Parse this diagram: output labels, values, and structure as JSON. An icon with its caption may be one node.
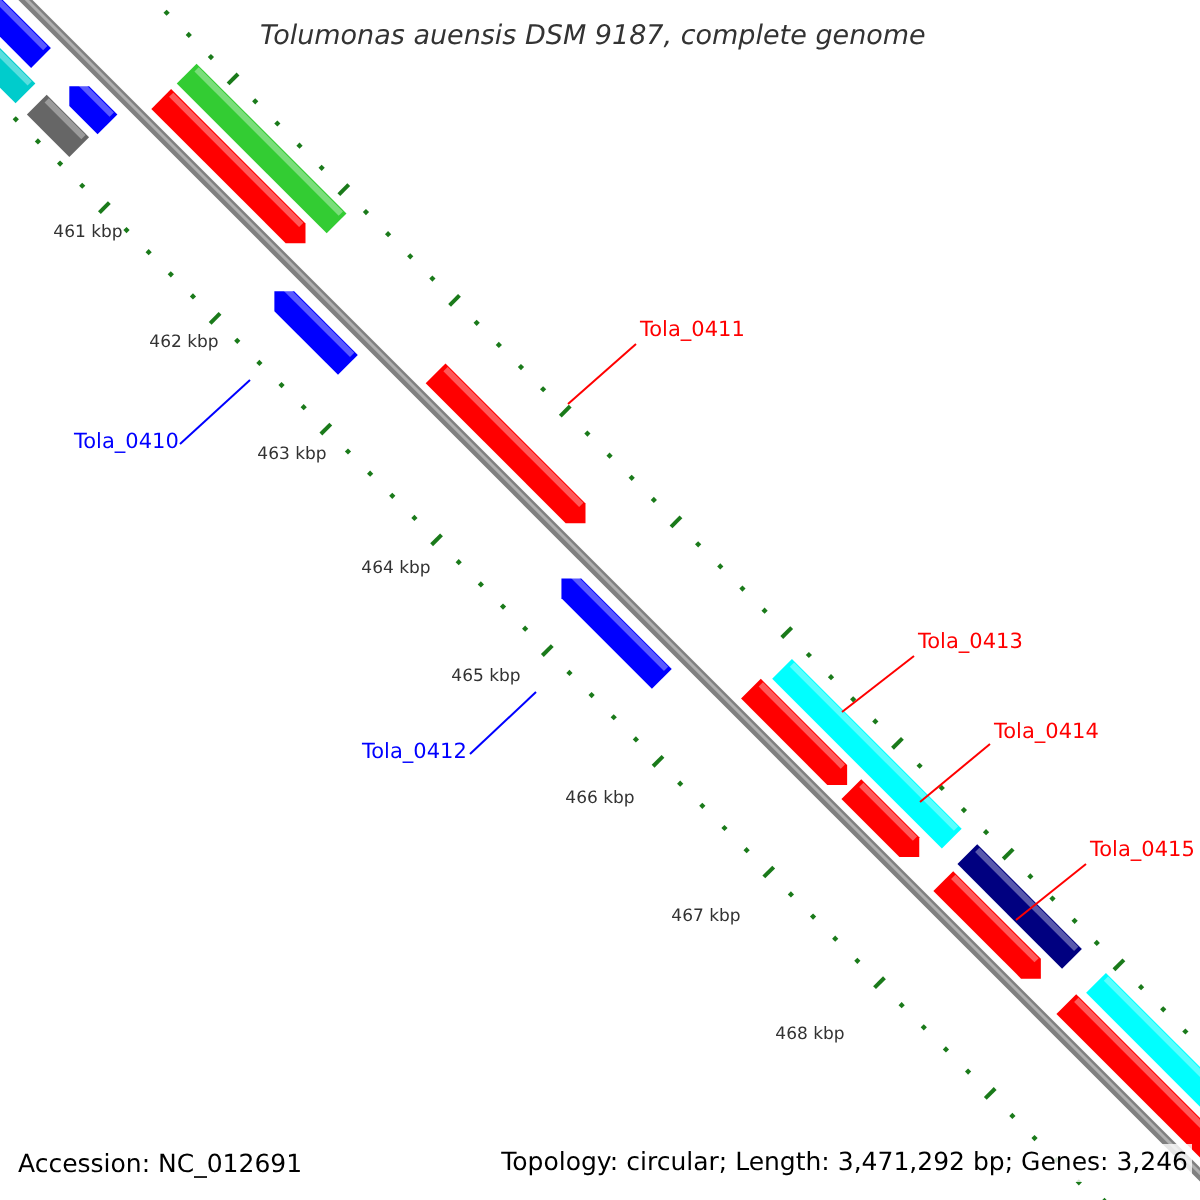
{
  "diagram": {
    "title": "Tolumonas auensis DSM 9187, complete genome",
    "nodes": [
      {
        "text": [
          "Tola_0411"
        ]
      },
      {
        "text": [
          "Tola_0410"
        ]
      },
      {
        "text": [
          "Tola_0412"
        ]
      },
      {
        "text": [
          "Tola_0413"
        ]
      },
      {
        "text": [
          "Tola_0414"
        ]
      },
      {
        "text": [
          "Tola_0415"
        ]
      }
    ],
    "edges": [
      {
        "from": 0,
        "to": null,
        "arrow": "none"
      },
      {
        "from": 1,
        "to": null,
        "arrow": "none",
        "color": "#0000ff"
      },
      {
        "from": 2,
        "to": null,
        "arrow": "none",
        "color": "#0000ff"
      },
      {
        "from": 3,
        "to": null,
        "arrow": "none"
      },
      {
        "from": 4,
        "to": null,
        "arrow": "none"
      },
      {
        "from": 5,
        "to": null,
        "arrow": "none"
      }
    ],
    "labels": [
      "461 kbp",
      "462 kbp",
      "463 kbp",
      "464 kbp",
      "465 kbp",
      "466 kbp",
      "467 kbp",
      "468 kbp",
      "Accession: NC_012691",
      "Topology: circular; Length: 3,471,292 bp; Genes: 3,246"
    ]
  }
}
